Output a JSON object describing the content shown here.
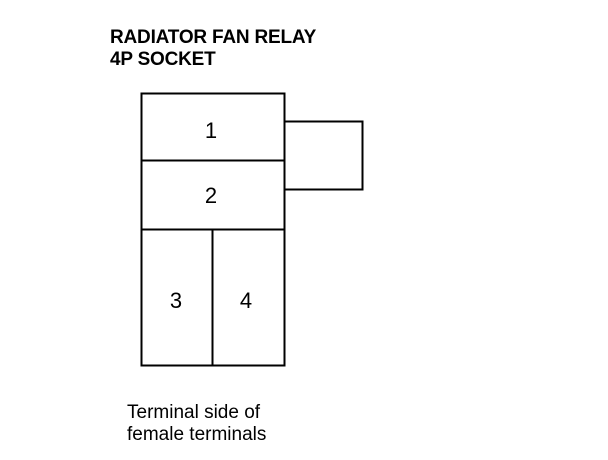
{
  "title": {
    "line1": "RADIATOR FAN RELAY",
    "line2": "4P SOCKET"
  },
  "terminals": {
    "t1": "1",
    "t2": "2",
    "t3": "3",
    "t4": "4"
  },
  "caption": {
    "line1": "Terminal side of",
    "line2": "female terminals"
  }
}
